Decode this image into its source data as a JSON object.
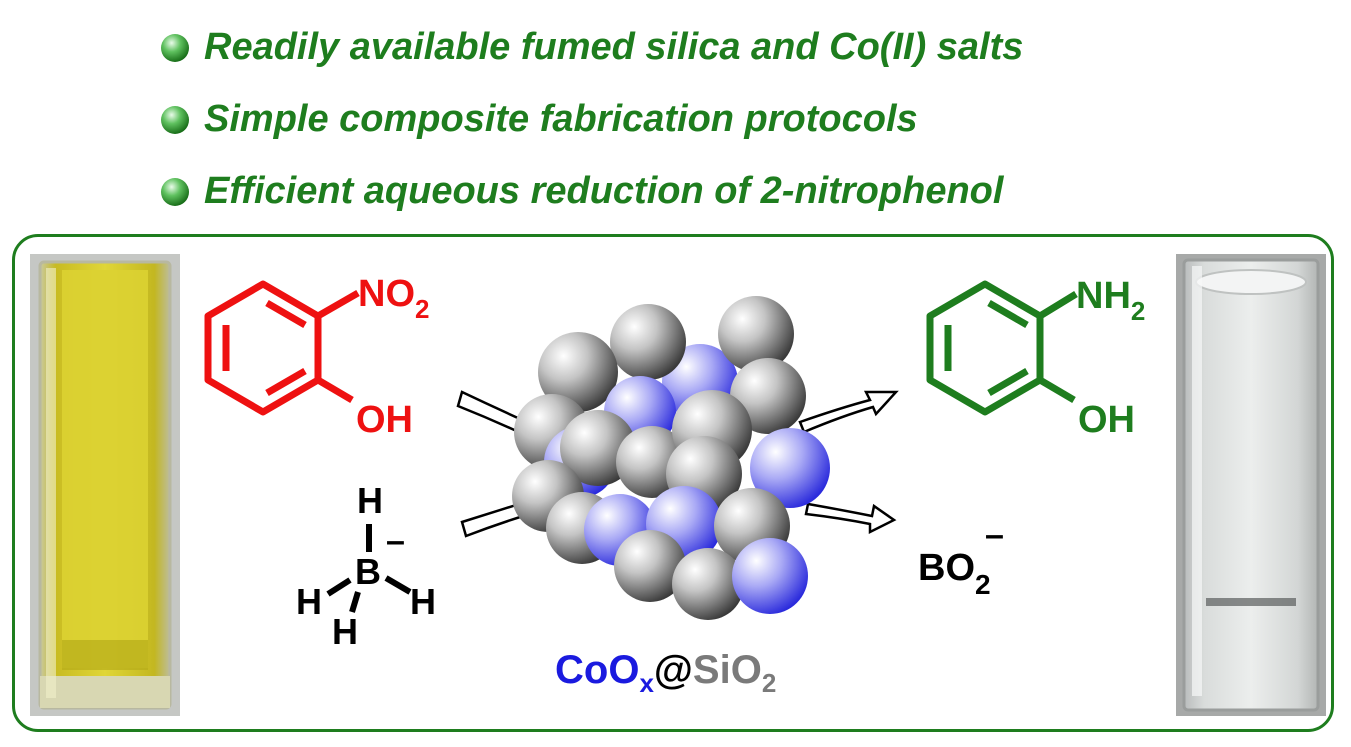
{
  "bullets": [
    {
      "text": "Readily available fumed silica and Co(II) salts"
    },
    {
      "text": "Simple composite fabrication protocols"
    },
    {
      "text": "Efficient aqueous reduction of 2-nitrophenol"
    }
  ],
  "reactant": {
    "substituent_top": "NO",
    "substituent_top_sub": "2",
    "substituent_bottom": "OH",
    "color": "#ee1111"
  },
  "borohydride": {
    "atom_center": "B",
    "atom_h": "H",
    "charge": "–"
  },
  "product": {
    "substituent_top": "NH",
    "substituent_top_sub": "2",
    "substituent_bottom": "OH",
    "color": "#1e7d1e"
  },
  "byproduct": {
    "formula": "BO",
    "sub": "2",
    "charge": "–"
  },
  "catalyst_label": {
    "part1": "CoO",
    "part1_sub": "x",
    "at": "@",
    "part2": "SiO",
    "part2_sub": "2",
    "color_co": "#1a1adf",
    "color_at": "#000000",
    "color_si": "#7a7a7a"
  },
  "colors": {
    "heading_green": "#1e7d1e",
    "frame_green": "#1e7d1e",
    "silica_sphere": "#6a6a6a",
    "cobalt_sphere": "#4a4adf",
    "cuvette_before": "#d9cf2a",
    "cuvette_after": "#d8dcdb"
  }
}
